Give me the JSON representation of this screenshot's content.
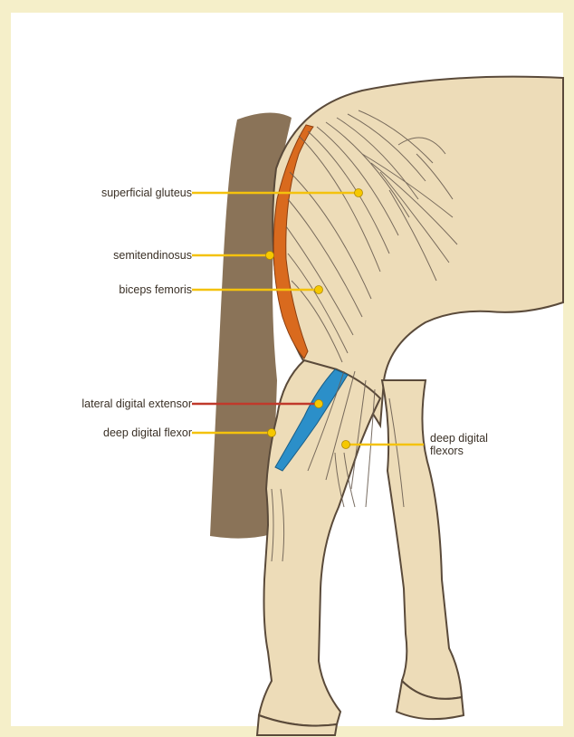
{
  "diagram": {
    "labels": {
      "superficial_gluteus": "superficial gluteus",
      "semitendinosus": "semitendinosus",
      "biceps_femoris": "biceps femoris",
      "lateral_digital_extensor": "lateral digital extensor",
      "deep_digital_flexor": "deep digital flexor",
      "deep_digital_flexors_line1": "deep digital",
      "deep_digital_flexors_line2": "flexors"
    },
    "colors": {
      "background_border": "#f5efc9",
      "panel": "#ffffff",
      "tail": "#8a7358",
      "body": "#eddcb8",
      "outline": "#5a4a3a",
      "muscle_lines": "#6b5e52",
      "semitendinosus": "#d96a1e",
      "lateral_digital_extensor": "#2b8fc9",
      "leader_line": "#f4c20d",
      "leader_line_alt": "#c0392b",
      "dot": "#f6c800"
    }
  }
}
